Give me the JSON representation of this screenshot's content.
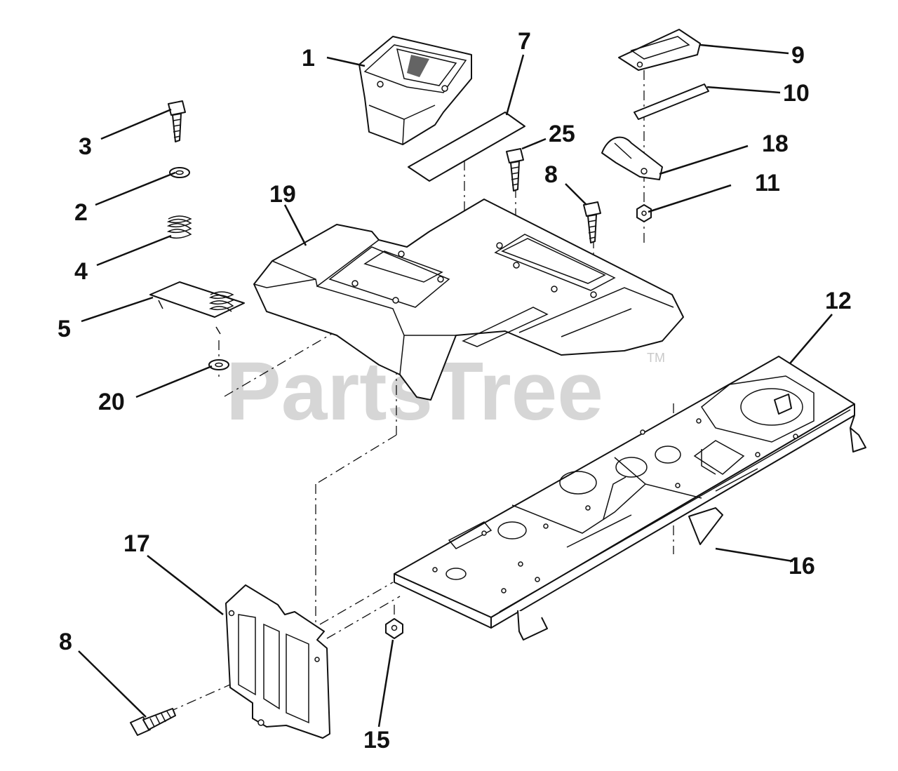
{
  "watermark": {
    "text": "PartsTree",
    "mark": "TM"
  },
  "callouts": [
    {
      "id": "c1",
      "label": "1"
    },
    {
      "id": "c2",
      "label": "2"
    },
    {
      "id": "c3",
      "label": "3"
    },
    {
      "id": "c4",
      "label": "4"
    },
    {
      "id": "c5",
      "label": "5"
    },
    {
      "id": "c7",
      "label": "7"
    },
    {
      "id": "c8a",
      "label": "8"
    },
    {
      "id": "c8b",
      "label": "8"
    },
    {
      "id": "c9",
      "label": "9"
    },
    {
      "id": "c10",
      "label": "10"
    },
    {
      "id": "c11",
      "label": "11"
    },
    {
      "id": "c12",
      "label": "12"
    },
    {
      "id": "c15",
      "label": "15"
    },
    {
      "id": "c16",
      "label": "16"
    },
    {
      "id": "c17",
      "label": "17"
    },
    {
      "id": "c18",
      "label": "18"
    },
    {
      "id": "c19",
      "label": "19"
    },
    {
      "id": "c20",
      "label": "20"
    },
    {
      "id": "c25",
      "label": "25"
    }
  ],
  "colors": {
    "line": "#111111",
    "watermark": "#c9c9c9",
    "background": "#ffffff"
  }
}
